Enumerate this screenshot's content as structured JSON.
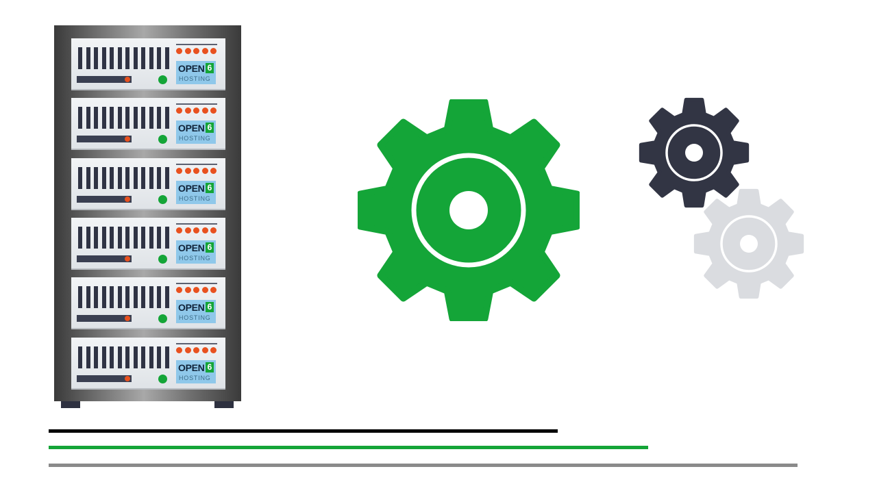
{
  "rack": {
    "brand_word": "OPEN",
    "brand_digit": "6",
    "brand_sub": "HOSTING",
    "unit_count": 6
  },
  "colors": {
    "accent_green": "#14a538",
    "dark_gear": "#323544",
    "light_gear": "#dadce0",
    "led_orange": "#e8511f",
    "badge_blue": "#8fc8ea",
    "rule_black": "#000000",
    "rule_gray": "#8a8a8a"
  },
  "icons": [
    "server-rack-icon",
    "gear-icon",
    "gear-icon",
    "gear-icon"
  ]
}
